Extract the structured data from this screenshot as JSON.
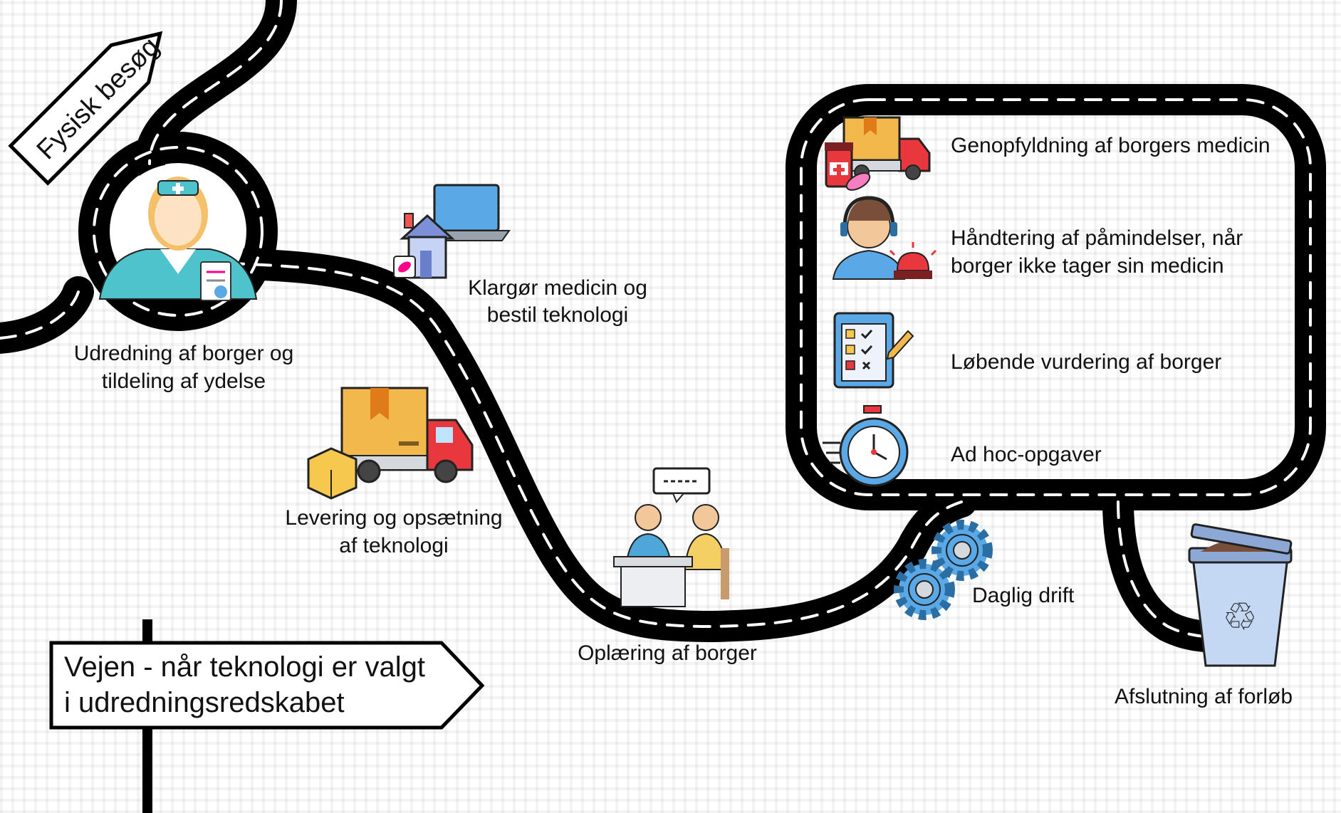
{
  "signs": {
    "top": "Fysisk besøg",
    "bottom_line1": "Vejen - når teknologi er valgt",
    "bottom_line2": "i udredningsredskabet"
  },
  "steps": {
    "udredning_line1": "Udredning af borger og",
    "udredning_line2": "tildeling af ydelse",
    "klargor_line1": "Klargør medicin og",
    "klargor_line2": "bestil teknologi",
    "levering_line1": "Levering og opsætning",
    "levering_line2": "af teknologi",
    "oplaering": "Oplæring af borger",
    "daglig_drift": "Daglig drift",
    "afslutning": "Afslutning af forløb"
  },
  "loop": {
    "genopfyldning": "Genopfyldning af borgers medicin",
    "haandtering_line1": "Håndtering af påmindelser, når",
    "haandtering_line2": "borger ikke tager sin medicin",
    "vurdering": "Løbende vurdering af borger",
    "adhoc": "Ad hoc-opgaver"
  },
  "icons": [
    "nurse-icon",
    "home-laptop-medicine-icon",
    "delivery-truck-icon",
    "training-meeting-icon",
    "gears-icon",
    "recycle-bin-icon",
    "medicine-truck-icon",
    "call-center-alarm-icon",
    "checklist-icon",
    "stopwatch-icon"
  ],
  "colors": {
    "road": "#000000",
    "lane": "#ffffff",
    "gear": "#5aa9e6",
    "box": "#f2b84b"
  }
}
